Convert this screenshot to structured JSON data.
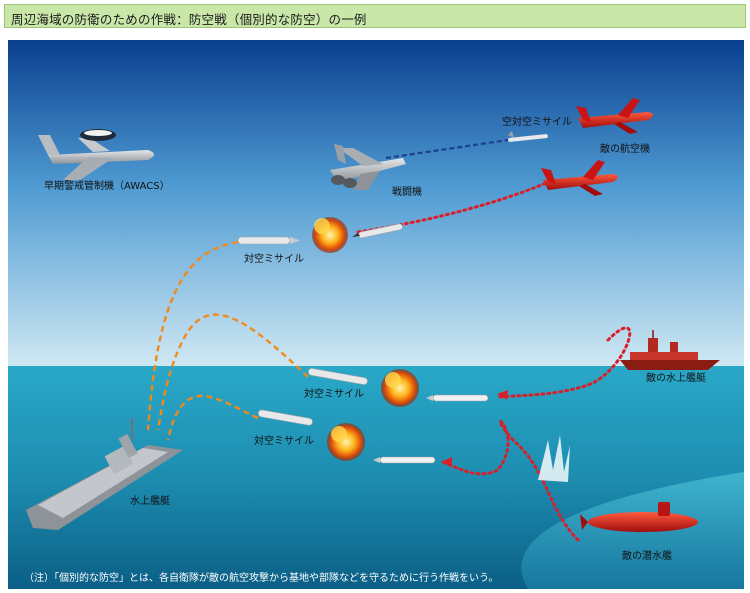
{
  "title": "周辺海域の防衛のための作戦：防空戦（個別的な防空）の一例",
  "labels": {
    "awacs": "早期警戒管制機（AWACS）",
    "fighter": "戦闘機",
    "aam": "空対空ミサイル",
    "enemy_aircraft": "敵の航空機",
    "sam_top": "対空ミサイル",
    "sam_middle": "対空ミサイル",
    "sam_lower": "対空ミサイル",
    "enemy_surface_ship": "敵の水上艦艇",
    "own_ship": "水上艦艇",
    "enemy_submarine": "敵の潜水艦"
  },
  "note": "（注）「個別的な防空」とは、各自衛隊が敵の航空攻撃から基地や部隊などを守るために行う作戦をいう。",
  "colors": {
    "title_bg": "#c9e7a9",
    "sky_top": "#0a3f8f",
    "sea": "#1a8fb0",
    "own_missile_path": "#f08a1c",
    "enemy_path": "#d9202a",
    "aam_path": "#1d3f8f",
    "enemy_red": "#d61a1a"
  },
  "icons": [
    "awacs-aircraft-icon",
    "fighter-jet-icon",
    "enemy-aircraft-icon",
    "explosion-icon",
    "missile-icon",
    "warship-icon",
    "enemy-warship-icon",
    "submarine-icon"
  ]
}
